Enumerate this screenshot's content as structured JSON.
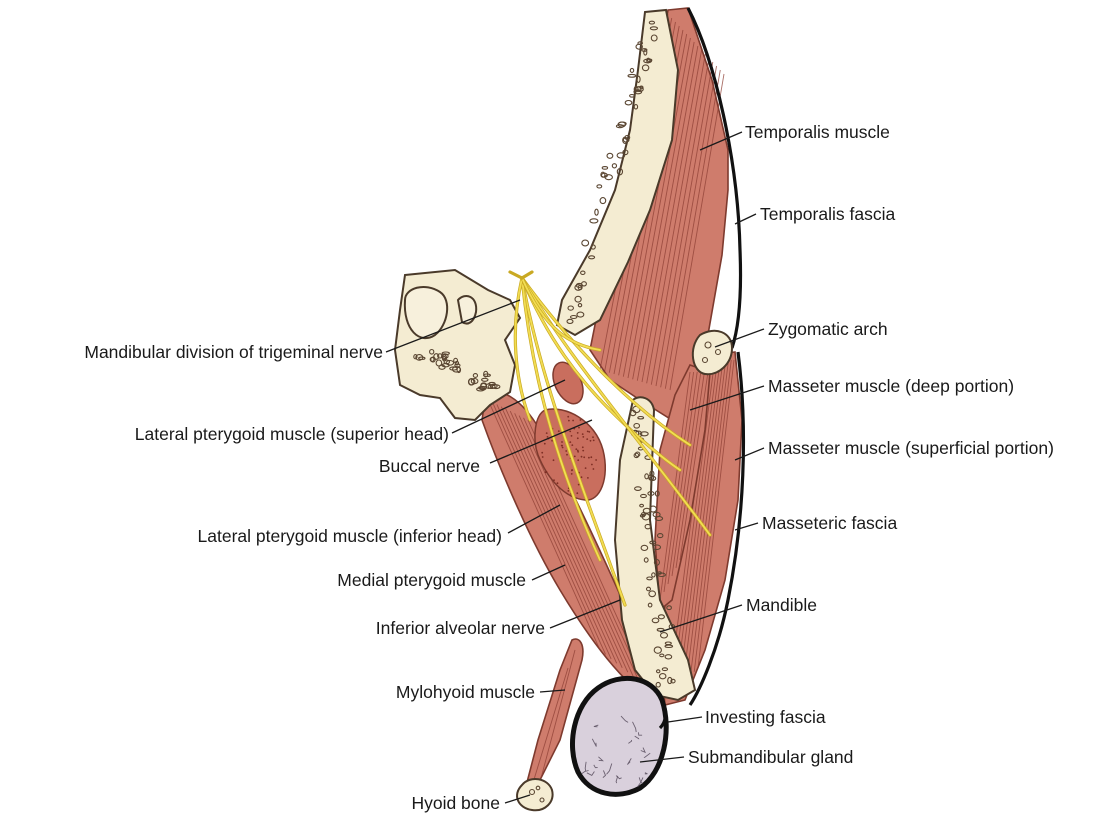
{
  "labels": {
    "temporalis_muscle": "Temporalis muscle",
    "temporalis_fascia": "Temporalis fascia",
    "zygomatic_arch": "Zygomatic arch",
    "masseter_deep": "Masseter muscle (deep portion)",
    "masseter_superficial": "Masseter muscle (superficial portion)",
    "masseteric_fascia": "Masseteric fascia",
    "mandible": "Mandible",
    "investing_fascia": "Investing fascia",
    "submandibular_gland": "Submandibular gland",
    "mandibular_division": "Mandibular division of trigeminal nerve",
    "lateral_pterygoid_superior": "Lateral pterygoid muscle (superior head)",
    "buccal_nerve": "Buccal nerve",
    "lateral_pterygoid_inferior": "Lateral pterygoid muscle (inferior head)",
    "medial_pterygoid": "Medial pterygoid muscle",
    "inferior_alveolar_nerve": "Inferior alveolar nerve",
    "mylohyoid_muscle": "Mylohyoid muscle",
    "hyoid_bone": "Hyoid bone"
  },
  "colors": {
    "muscle": "#cf7c6c",
    "bone": "#f4ecd2",
    "nerve": "#e8cf3a",
    "gland": "#d9d0dc",
    "fascia": "#111111"
  }
}
